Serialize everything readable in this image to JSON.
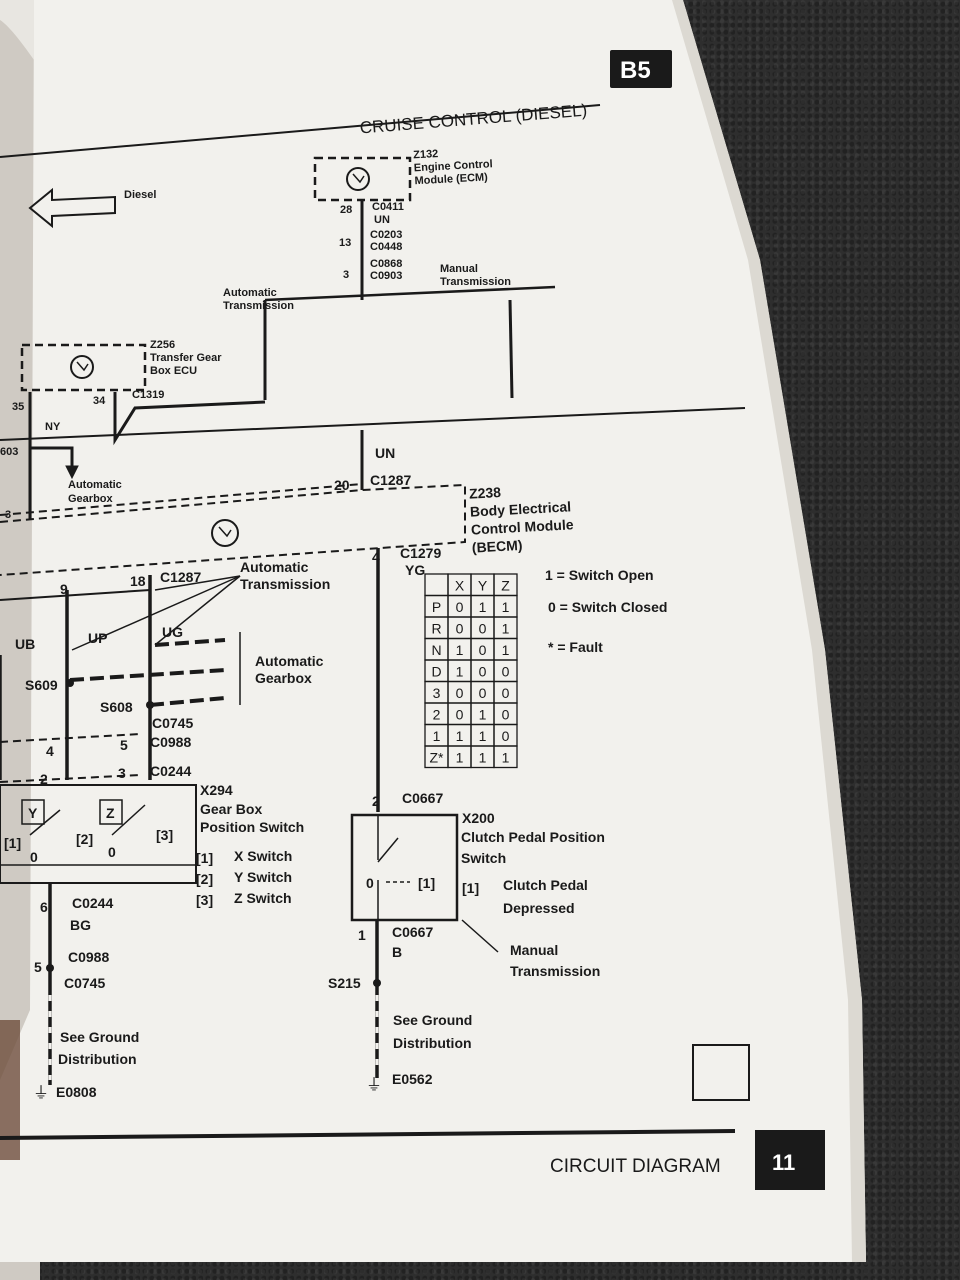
{
  "header": {
    "title": "CRUISE CONTROL (DIESEL)",
    "section": "B5"
  },
  "footer": {
    "title": "CIRCUIT DIAGRAM",
    "page": "11"
  },
  "diesel_arrow": "Diesel",
  "ecm": {
    "id": "Z132",
    "line1": "Engine Control",
    "line2": "Module (ECM)"
  },
  "ecm_pins": {
    "pin28": "28",
    "c0411": "C0411",
    "un1": "UN",
    "pin13": "13",
    "c0203": "C0203",
    "c0448": "C0448",
    "pin3": "3",
    "c0868": "C0868",
    "c0903": "C0903"
  },
  "branch_labels": {
    "auto_trans_1": "Automatic",
    "auto_trans_2": "Transmission",
    "manual_trans_1": "Manual",
    "manual_trans_2": "Transmission"
  },
  "tgb": {
    "id": "Z256",
    "line1": "Transfer Gear",
    "line2": "Box ECU",
    "pin35": "35",
    "pin34": "34",
    "c1319": "C1319",
    "ny": "NY",
    "s603": "603"
  },
  "auto_gearbox": {
    "line1": "Automatic",
    "line2": "Gearbox",
    "pin3": "3"
  },
  "becm_conn": {
    "un": "UN",
    "pin20": "20",
    "c1287": "C1287"
  },
  "becm": {
    "id": "Z238",
    "line1": "Body Electrical",
    "line2": "Control Module",
    "line3": "(BECM)"
  },
  "becm_out": {
    "pin4": "4",
    "c1279": "C1279",
    "yg": "YG"
  },
  "auto_section": {
    "pin9": "9",
    "pin18": "18",
    "c1287": "C1287",
    "auto_trans_1": "Automatic",
    "auto_trans_2": "Transmission",
    "ub": "UB",
    "up": "UP",
    "ug": "UG",
    "auto_gearbox_1": "Automatic",
    "auto_gearbox_2": "Gearbox",
    "s609": "S609",
    "s608": "S608",
    "c0745": "C0745",
    "pin4": "4",
    "pin5": "5",
    "c0988": "C0988",
    "pin2": "2",
    "pin3": "3",
    "c0244": "C0244"
  },
  "gear_switch": {
    "id": "X294",
    "line1": "Gear Box",
    "line2": "Position Switch",
    "y": "Y",
    "z": "Z",
    "t1": "[1]",
    "t2": "[2]",
    "t3": "[3]",
    "zero1": "0",
    "zero2": "0",
    "legend1_key": "[1]",
    "legend1": "X Switch",
    "legend2_key": "[2]",
    "legend2": "Y Switch",
    "legend3_key": "[3]",
    "legend3": "Z Switch"
  },
  "lower_left": {
    "pin6": "6",
    "c0244": "C0244",
    "bg": "BG",
    "c0988": "C0988",
    "pin5": "5",
    "c0745": "C0745",
    "ground1": "See Ground",
    "ground2": "Distribution",
    "e0808": "E0808"
  },
  "truth_table": {
    "headers": [
      "",
      "X",
      "Y",
      "Z"
    ],
    "rows": [
      [
        "P",
        "0",
        "1",
        "1"
      ],
      [
        "R",
        "0",
        "0",
        "1"
      ],
      [
        "N",
        "1",
        "0",
        "1"
      ],
      [
        "D",
        "1",
        "0",
        "0"
      ],
      [
        "3",
        "0",
        "0",
        "0"
      ],
      [
        "2",
        "0",
        "1",
        "0"
      ],
      [
        "1",
        "1",
        "1",
        "0"
      ],
      [
        "Z*",
        "1",
        "1",
        "1"
      ]
    ]
  },
  "table_legend": {
    "open": "1 = Switch Open",
    "closed": "0 = Switch Closed",
    "fault": "* = Fault"
  },
  "clutch": {
    "pin2": "2",
    "c0667_top": "C0667",
    "id": "X200",
    "line1": "Clutch Pedal Position",
    "line2": "Switch",
    "zero": "0",
    "t1": "[1]",
    "legend_key": "[1]",
    "legend1": "Clutch Pedal",
    "legend2": "Depressed",
    "pin1": "1",
    "c0667_bot": "C0667",
    "b": "B",
    "manual1": "Manual",
    "manual2": "Transmission",
    "s215": "S215",
    "ground1": "See Ground",
    "ground2": "Distribution",
    "e0562": "E0562"
  }
}
